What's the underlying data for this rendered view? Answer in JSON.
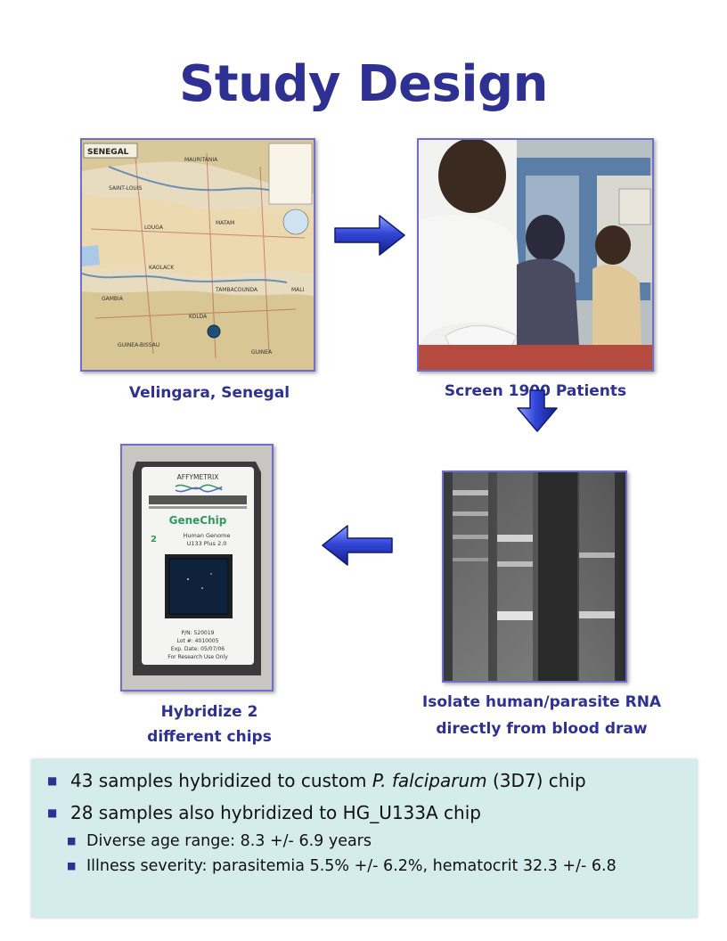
{
  "title": "Study Design",
  "captions": {
    "map": "Velingara, Senegal",
    "screen": "Screen 1900 Patients",
    "rna_line1": "Isolate human/parasite RNA",
    "rna_line2": "directly from blood draw",
    "chip_line1": "Hybridize 2",
    "chip_line2": "different chips"
  },
  "map": {
    "country_label": "SENEGAL",
    "regions": [
      "MAURITANIA",
      "SAINT-LOUIS",
      "LOUGA",
      "MATAM",
      "KAOLACK",
      "TAMBACOUNDA",
      "KOLDA",
      "GAMBIA",
      "GUINEA-BISSAU",
      "GUINEA",
      "MALI"
    ]
  },
  "chip": {
    "brand": "AFFYMETRIX",
    "product": "GeneChip",
    "line1": "Human Genome",
    "line2": "U133 Plus 2.0",
    "pn": "P/N: 520019",
    "lot": "Lot #: 4010005",
    "exp": "Exp. Date: 05/07/06",
    "research": "For Research Use Only"
  },
  "bullets": {
    "b1_prefix": "43 samples hybridized to custom ",
    "b1_italic": "P. falciparum",
    "b1_suffix": " (3D7) chip",
    "b2": "28 samples also hybridized to HG_U133A chip",
    "s1": "Diverse age range: 8.3 +/- 6.9 years",
    "s2": "Illness severity: parasitemia 5.5% +/- 6.2%, hematocrit 32.3 +/- 6.8"
  },
  "colors": {
    "title": "#2e3192",
    "caption": "#2e3192",
    "box": "#d5ecec",
    "arrow": "#2a3bb8"
  }
}
